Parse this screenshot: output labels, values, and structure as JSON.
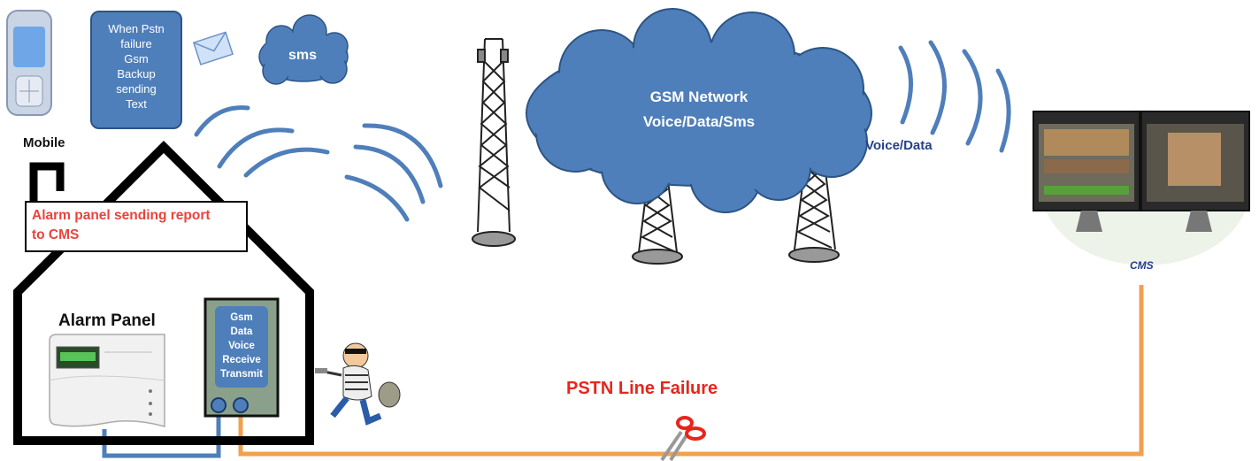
{
  "labels": {
    "mobile": "Mobile",
    "bubble_lines": [
      "When Pstn",
      "failure",
      "Gsm",
      "Backup",
      "sending",
      "Text"
    ],
    "sms": "sms",
    "gsm_network_line1": "GSM Network",
    "gsm_network_line2": "Voice/Data/Sms",
    "voice_data": "Voice/Data",
    "cms": "CMS",
    "report_lines": [
      "Alarm panel sending report",
      "to CMS"
    ],
    "alarm_panel": "Alarm Panel",
    "gsm_module_lines": [
      "Gsm",
      "Data",
      "Voice",
      "Receive",
      "Transmit"
    ],
    "pstn_failure": "PSTN Line Failure"
  },
  "colors": {
    "signal_blue": "#4f7fba",
    "cloud_blue": "#4f7fba",
    "alert_red": "#e8251c",
    "pstn_orange": "#f0a050",
    "text_dark_blue": "#27408b"
  },
  "icons": [
    "mobile-phone-icon",
    "envelope-icon",
    "tower-icon",
    "monitor-icon",
    "scissors-icon",
    "burglar-icon",
    "alarm-keypad-icon"
  ]
}
